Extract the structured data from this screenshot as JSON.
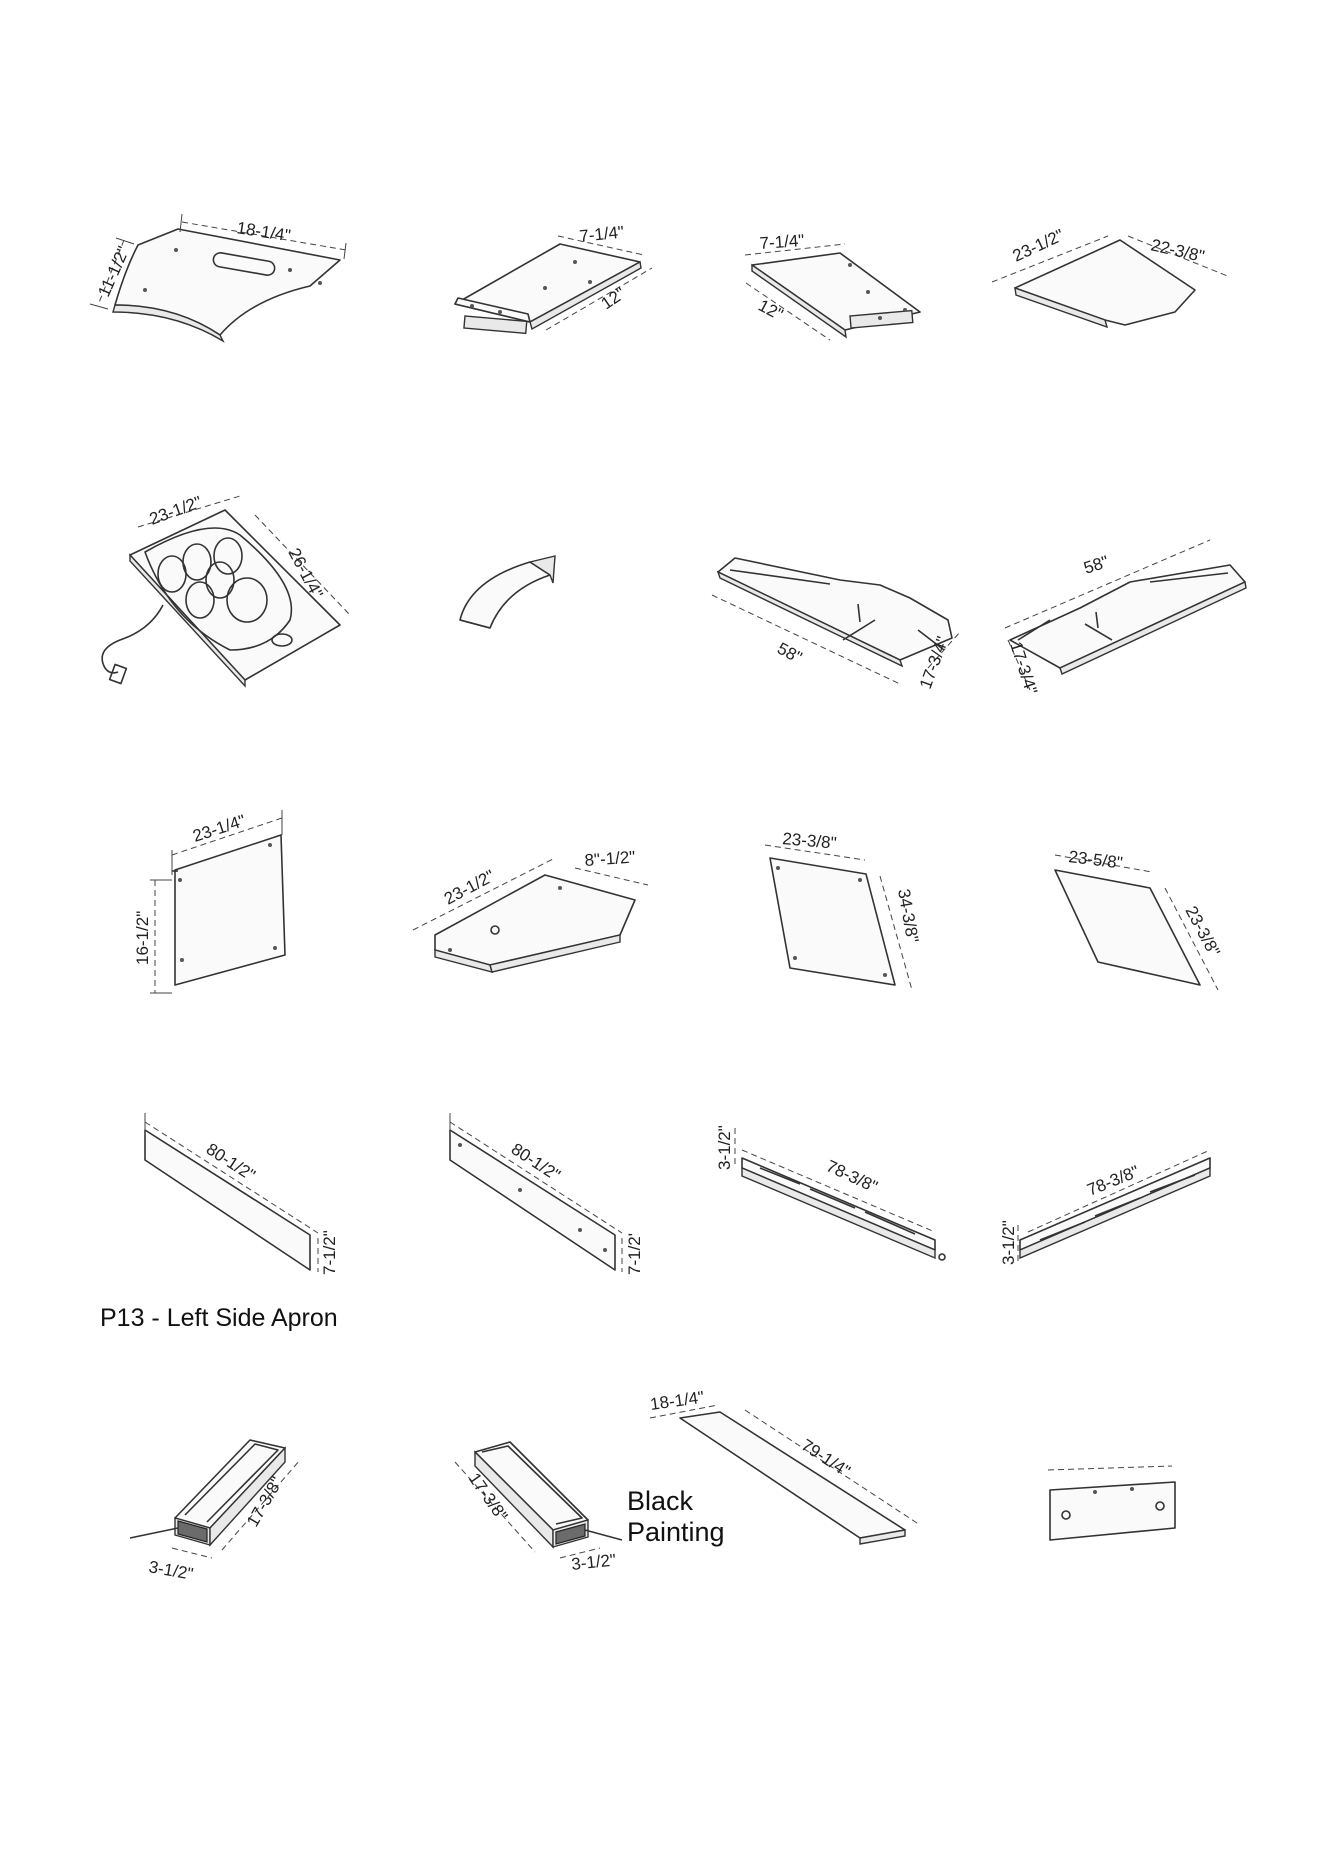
{
  "dimensions": {
    "p1_width": "18-1/4\"",
    "p1_depth": "11-1/2\"",
    "p2_width": "7-1/4\"",
    "p2_length": "12\"",
    "p3_width": "7-1/4\"",
    "p3_length": "12\"",
    "p4_width": "23-1/2\"",
    "p4_length": "22-3/8\"",
    "p5_width": "23-1/2\"",
    "p5_length": "26-1/4\"",
    "p7_length": "58\"",
    "p7_width": "17-3/4\"",
    "p8_length": "58\"",
    "p8_width": "17-3/4\"",
    "p9_width": "23-1/4\"",
    "p9_height": "16-1/2\"",
    "p10_length": "23-1/2\"",
    "p10_width": "8\"-1/2\"",
    "p11_width": "23-3/8\"",
    "p11_height": "34-3/8\"",
    "p12_width": "23-5/8\"",
    "p12_height": "23-3/8\"",
    "p13_length": "80-1/2\"",
    "p13_height": "7-1/2\"",
    "p14_length": "80-1/2\"",
    "p14_height": "7-1/2'",
    "p15_height": "3-1/2\"",
    "p15_length": "78-3/8\"",
    "p16_length": "78-3/8\"",
    "p16_height": "3-1/2\"",
    "p17_length": "17-3/8\"",
    "p17_width": "3-1/2\"",
    "p18_length": "17-3/8\"",
    "p18_width": "3-1/2\"",
    "p19_width": "18-1/4\"",
    "p19_length": "79-1/4\""
  },
  "captions": {
    "p13": "P13 - Left Side Apron"
  },
  "notes": {
    "black_painting_line1": "Black",
    "black_painting_line2": "Painting"
  }
}
